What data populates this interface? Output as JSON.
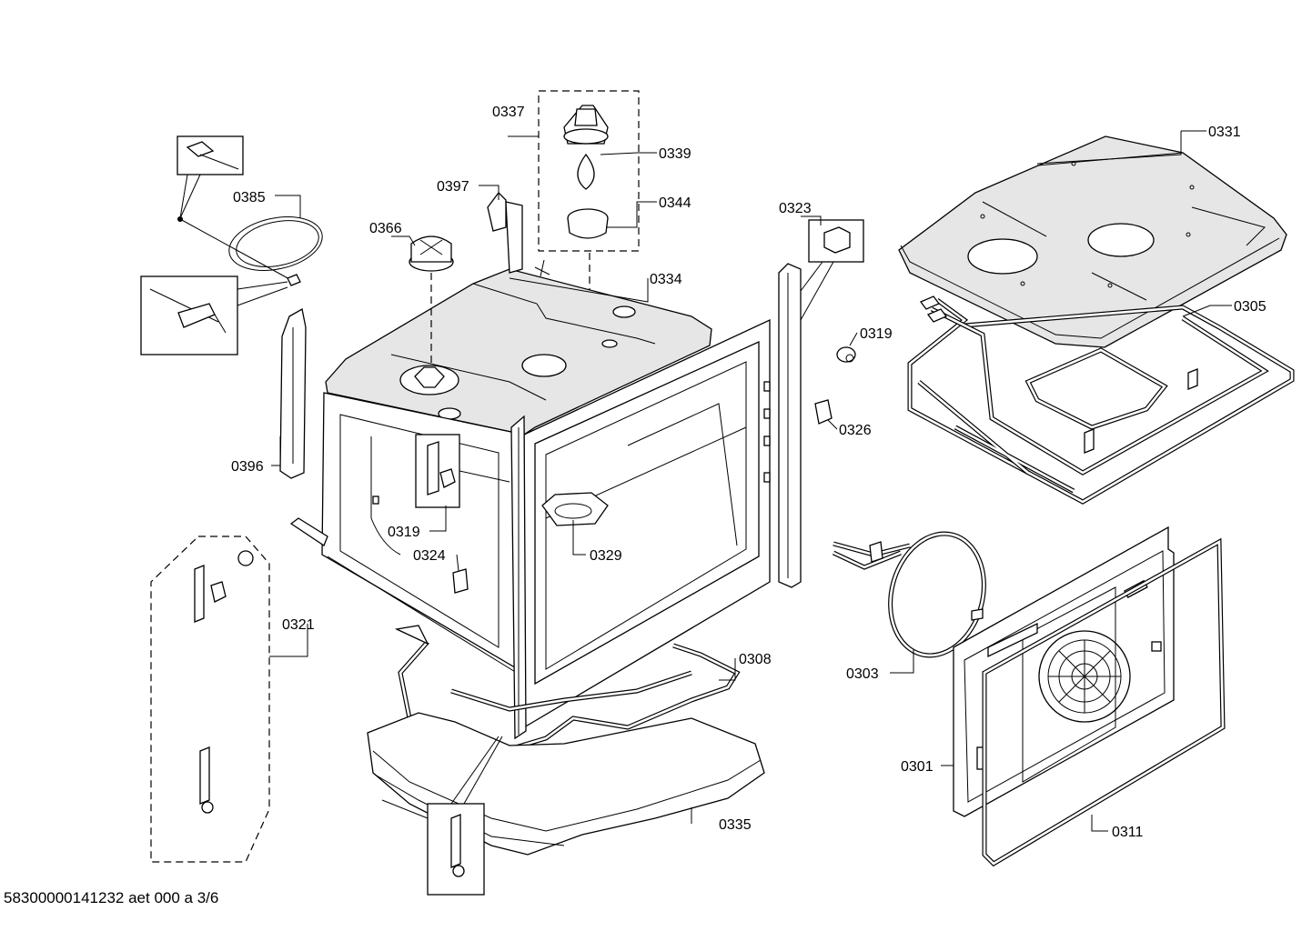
{
  "footer": {
    "doc_code": "58300000141232 aet 000 a 3/6"
  },
  "labels": {
    "p0331": "0331",
    "p0305": "0305",
    "p0337": "0337",
    "p0339": "0339",
    "p0344": "0344",
    "p0397": "0397",
    "p0385": "0385",
    "p0366": "0366",
    "p0334": "0334",
    "p0323": "0323",
    "p0319a": "0319",
    "p0326": "0326",
    "p0396": "0396",
    "p0319b": "0319",
    "p0324": "0324",
    "p0329": "0329",
    "p0321": "0321",
    "p0308": "0308",
    "p0303": "0303",
    "p0301": "0301",
    "p0335": "0335",
    "p0311": "0311"
  }
}
